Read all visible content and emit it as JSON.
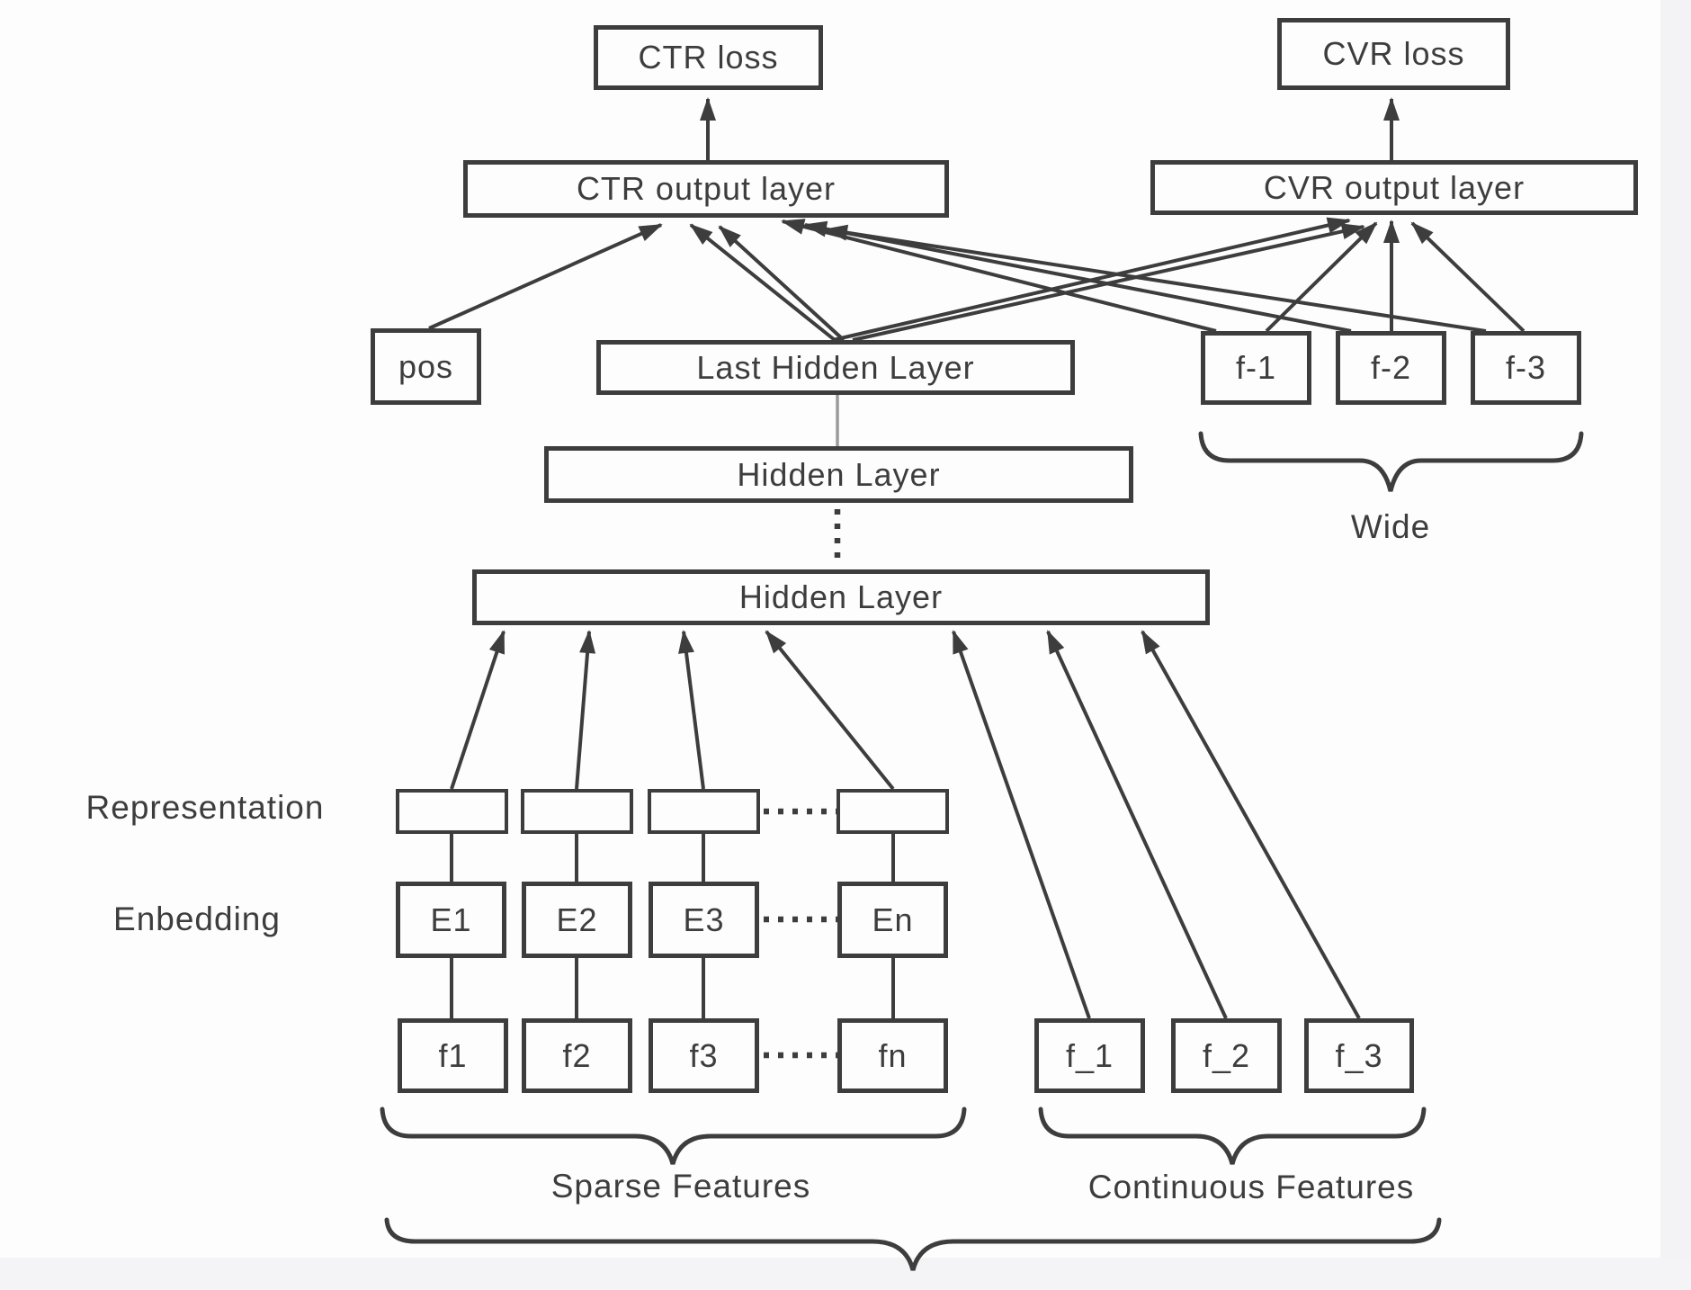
{
  "diagram_title": "CTR/CVR wide-and-deep multi-task network diagram",
  "colors": {
    "ink": "#3d3d3d",
    "muted_connector": "#9a9a9a",
    "background": "#fdfdfd",
    "edge_band": "#f3f3f5"
  },
  "nodes": {
    "ctr_loss": "CTR loss",
    "cvr_loss": "CVR loss",
    "ctr_output": "CTR output layer",
    "cvr_output": "CVR output layer",
    "pos": "pos",
    "last_hidden": "Last Hidden Layer",
    "wide_f1": "f-1",
    "wide_f2": "f-2",
    "wide_f3": "f-3",
    "hidden_upper": "Hidden Layer",
    "hidden_lower": "Hidden Layer",
    "repr_1": "",
    "repr_2": "",
    "repr_3": "",
    "repr_n": "",
    "emb_1": "E1",
    "emb_2": "E2",
    "emb_3": "E3",
    "emb_n": "En",
    "feat_1": "f1",
    "feat_2": "f2",
    "feat_3": "f3",
    "feat_n": "fn",
    "cont_f1": "f_1",
    "cont_f2": "f_2",
    "cont_f3": "f_3"
  },
  "labels": {
    "representation": "Representation",
    "embedding": "Enbedding",
    "wide": "Wide",
    "sparse": "Sparse Features",
    "continuous": "Continuous Features"
  }
}
